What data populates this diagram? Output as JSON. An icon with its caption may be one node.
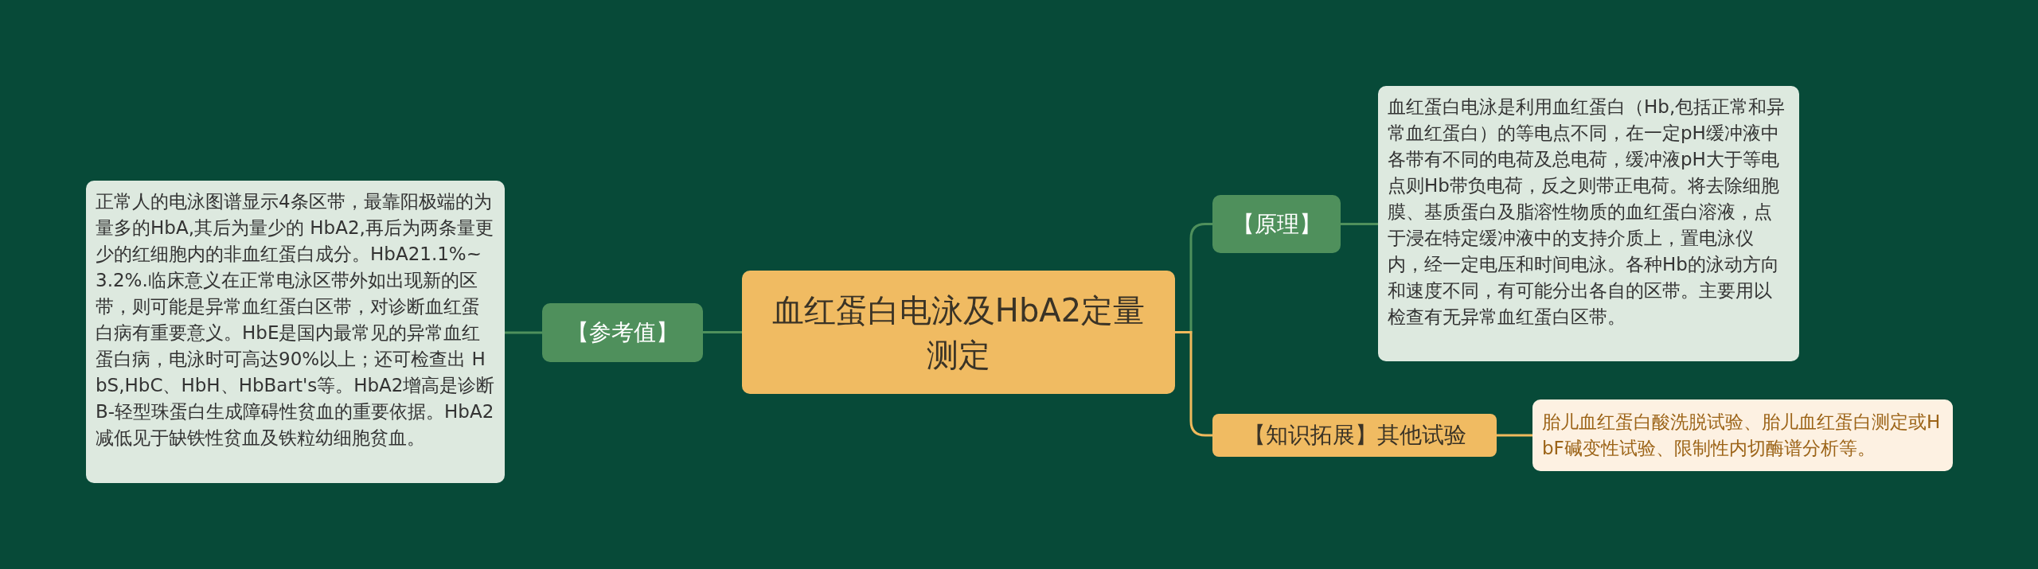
{
  "diagram": {
    "nodes": [
      {
        "text": [
          "血红蛋白电泳及HbA2定量测定"
        ]
      },
      {
        "text": [
          "【参考值】"
        ]
      },
      {
        "text": [
          "正常人的电泳图谱显示4条区带，最靠阳极端的为量多的HbA,其后为量少的 HbA2,再后为两条量更少的红细胞内的非血红蛋白成分。HbA21.1%~3.2%.临床意义在正常电泳区带外如出现新的区带，则可能是异常血红蛋白区带，对诊断血红蛋白病有重要意义。HbE是国内最常见的异常血红蛋白病，电泳时可高达90%以上；还可检查出 HbS,HbC、HbH、HbBart's等。HbA2增高是诊断B-轻型珠蛋白生成障碍性贫血的重要依据。HbA2减低见于缺铁性贫血及铁粒幼细胞贫血。"
        ]
      },
      {
        "text": [
          "【原理】"
        ]
      },
      {
        "text": [
          "血红蛋白电泳是利用血红蛋白（Hb,包括正常和异常血红蛋白）的等电点不同，在一定pH缓冲液中各带有不同的电荷及总电荷，缓冲液pH大于等电点则Hb带负电荷，反之则带正电荷。将去除细胞膜、基质蛋白及脂溶性物质的血红蛋白溶液，点于浸在特定缓冲液中的支持介质上，置电泳仪内，经一定电压和时间电泳。各种Hb的泳动方向和速度不同，有可能分出各自的区带。主要用以检查有无异常血红蛋白区带。"
        ]
      },
      {
        "text": [
          "【知识拓展】其他试验"
        ]
      },
      {
        "text": [
          "胎儿血红蛋白酸洗脱试验、胎儿血红蛋白测定或HbF碱变性试验、限制性内切酶谱分析等。"
        ]
      }
    ],
    "edges": [
      {
        "from": 0,
        "to": 1,
        "arrow": "none"
      },
      {
        "from": 1,
        "to": 2,
        "arrow": "none"
      },
      {
        "from": 0,
        "to": 3,
        "arrow": "none"
      },
      {
        "from": 3,
        "to": 4,
        "arrow": "none"
      },
      {
        "from": 0,
        "to": 5,
        "arrow": "none",
        "color": "#f0b95c"
      },
      {
        "from": 5,
        "to": 6,
        "arrow": "none",
        "color": "#f0b95c"
      }
    ]
  }
}
